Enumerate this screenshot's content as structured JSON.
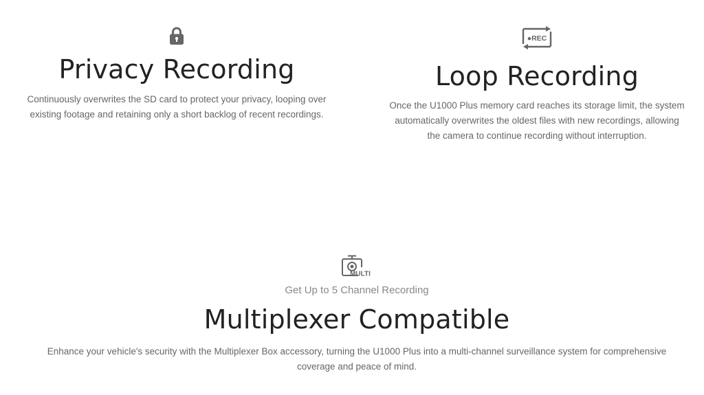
{
  "features": {
    "privacy": {
      "icon": "lock-icon",
      "title": "Privacy Recording",
      "desc_line1": "Continuously overwrites the SD card to protect your privacy, looping over",
      "desc_line2": "existing footage and retaining only a short backlog of recent recordings."
    },
    "loop": {
      "icon": "rec-loop-icon",
      "icon_text": "●REC",
      "title": "Loop Recording",
      "desc_line1": "Once the U1000 Plus memory card reaches its storage limit, the system",
      "desc_line2": "automatically overwrites the oldest files with new recordings, allowing",
      "desc_line3": "the camera to continue recording without interruption."
    },
    "multiplexer": {
      "icon": "multi-camera-icon",
      "icon_text": "MULTI",
      "subtitle": "Get Up to 5 Channel Recording",
      "title": "Multiplexer Compatible",
      "desc_line1": "Enhance your vehicle's security with the Multiplexer Box accessory, turning the U1000 Plus into a multi-channel surveillance system for comprehensive",
      "desc_line2": "coverage and peace of mind."
    }
  },
  "colors": {
    "title": "#222222",
    "text": "#666666",
    "icon": "#666666"
  }
}
